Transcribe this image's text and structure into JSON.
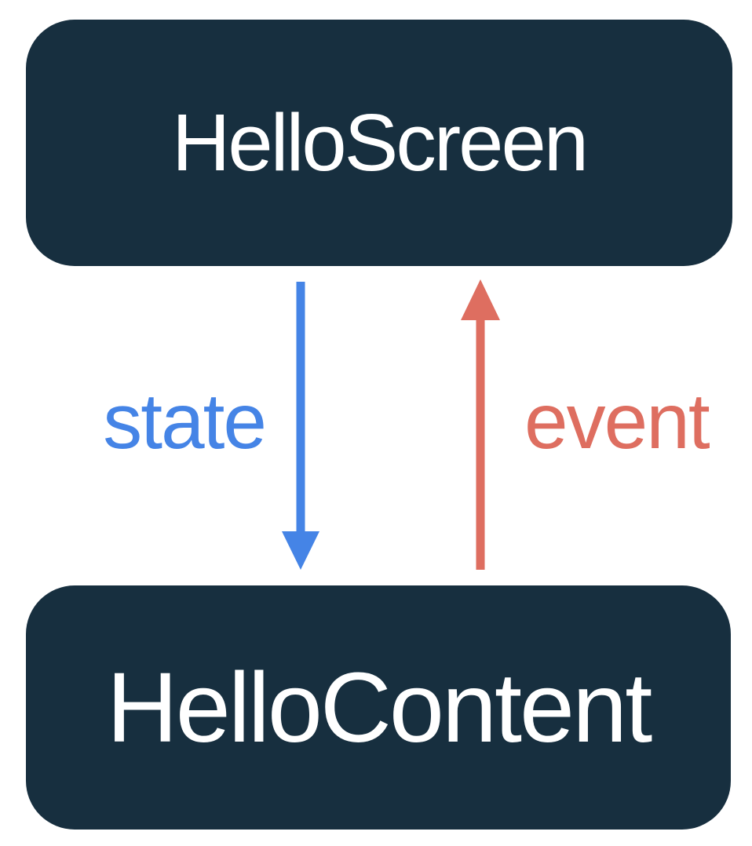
{
  "diagram": {
    "type": "flow",
    "nodes": [
      {
        "id": "screen",
        "label": "HelloScreen"
      },
      {
        "id": "content",
        "label": "HelloContent"
      }
    ],
    "edges": [
      {
        "label": "state",
        "direction": "down",
        "from": "HelloScreen",
        "to": "HelloContent",
        "color": "#4584E6"
      },
      {
        "label": "event",
        "direction": "up",
        "from": "HelloContent",
        "to": "HelloScreen",
        "color": "#DE6E60"
      }
    ]
  },
  "colors": {
    "node-bg": "#172F3F",
    "node-text": "#FFFFFF",
    "state-color": "#4584E6",
    "event-color": "#DE6E60",
    "page-bg": "#FFFFFF"
  }
}
